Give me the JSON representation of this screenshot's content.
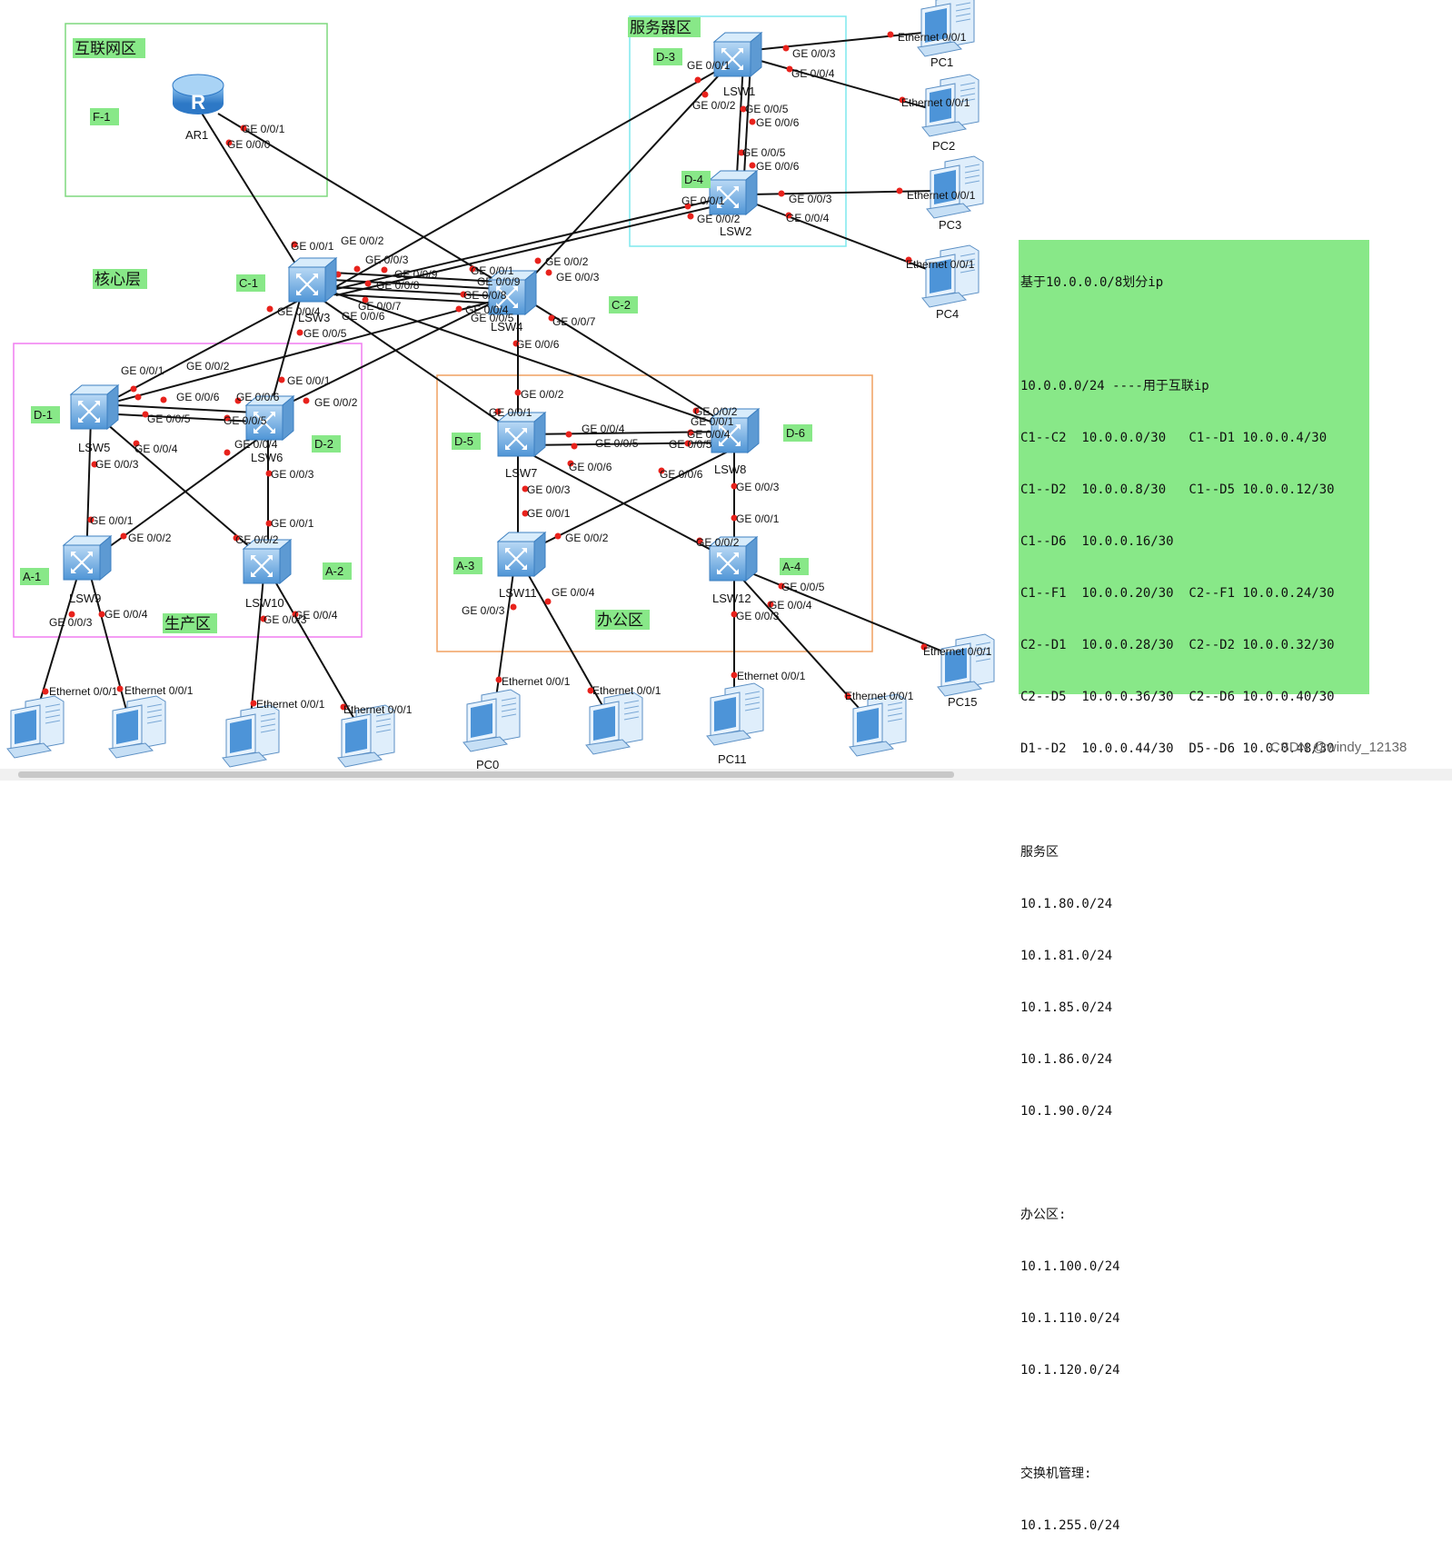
{
  "zones": {
    "internet": "互联网区",
    "server": "服务器区",
    "core": "核心层",
    "production": "生产区",
    "office": "办公区"
  },
  "tags": {
    "f1": "F-1",
    "c1": "C-1",
    "c2": "C-2",
    "d1": "D-1",
    "d2": "D-2",
    "d3": "D-3",
    "d4": "D-4",
    "d5": "D-5",
    "d6": "D-6",
    "a1": "A-1",
    "a2": "A-2",
    "a3": "A-3",
    "a4": "A-4"
  },
  "devices": {
    "ar1": "AR1",
    "lsw1": "LSW1",
    "lsw2": "LSW2",
    "lsw3": "LSW3",
    "lsw4": "LSW4",
    "lsw5": "LSW5",
    "lsw6": "LSW6",
    "lsw7": "LSW7",
    "lsw8": "LSW8",
    "lsw9": "LSW9",
    "lsw10": "LSW10",
    "lsw11": "LSW11",
    "lsw12": "LSW12",
    "pc1": "PC1",
    "pc2": "PC2",
    "pc3": "PC3",
    "pc4": "PC4",
    "pc15": "PC15",
    "pc0": "PC0",
    "pc11": "PC11"
  },
  "ports": {
    "ge001": "GE 0/0/1",
    "ge002": "GE 0/0/2",
    "ge003": "GE 0/0/3",
    "ge004": "GE 0/0/4",
    "ge005": "GE 0/0/5",
    "ge006": "GE 0/0/6",
    "ge007": "GE 0/0/7",
    "ge008": "GE 0/0/8",
    "ge009": "GE 0/0/9",
    "ge000": "GE 0/0/0",
    "eth001": "Ethernet 0/0/1"
  },
  "ip_plan": {
    "title": "基于10.0.0.0/8划分ip",
    "internet_line": "10.0.0.0/24 ----用于互联ip",
    "rows": [
      "C1--C2  10.0.0.0/30   C1--D1 10.0.0.4/30",
      "C1--D2  10.0.0.8/30   C1--D5 10.0.0.12/30",
      "C1--D6  10.0.0.16/30",
      "C1--F1  10.0.0.20/30  C2--F1 10.0.0.24/30",
      "C2--D1  10.0.0.28/30  C2--D2 10.0.0.32/30",
      "C2--D5  10.0.0.36/30  C2--D6 10.0.0.40/30",
      "D1--D2  10.0.0.44/30  D5--D6 10.0.0.48/30"
    ],
    "server_title": "服务区",
    "server_subnets": [
      "10.1.80.0/24",
      "10.1.81.0/24",
      "10.1.85.0/24",
      "10.1.86.0/24",
      "10.1.90.0/24"
    ],
    "office_title": "办公区:",
    "office_subnets": [
      "10.1.100.0/24",
      "10.1.110.0/24",
      "10.1.120.0/24"
    ],
    "mgmt_title": "交换机管理:",
    "mgmt_subnet": "10.1.255.0/24"
  },
  "watermark": "CSDN @windy_12138",
  "colors": {
    "internet_zone": "#7fd87f",
    "server_zone": "#7fe8ee",
    "production_zone": "#f07cf0",
    "office_zone": "#f0a060",
    "tag_bg": "#88e888",
    "port_dot": "#e8221c"
  }
}
